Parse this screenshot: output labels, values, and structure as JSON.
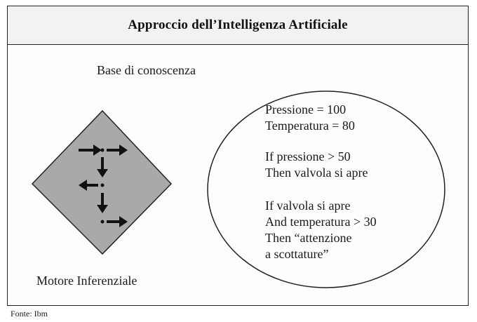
{
  "header": {
    "title": "Approccio dell’Intelligenza Artificiale"
  },
  "knowledge_base": {
    "label": "Base di conoscenza",
    "facts": [
      "Pressione = 100",
      "Temperatura = 80"
    ],
    "rule1": [
      "If pressione > 50",
      "Then valvola si apre"
    ],
    "rule2": [
      "If valvola si apre",
      "And temperatura > 30",
      "Then “attenzione",
      "a scottature”"
    ]
  },
  "inference_engine": {
    "label": "Motore Inferenziale",
    "icon": "inference-flow-arrows-icon"
  },
  "footer": {
    "source": "Fonte: Ibm"
  },
  "colors": {
    "diamond_fill": "#a9a9a9",
    "border": "#222222",
    "header_bg": "#f2f2f2"
  }
}
